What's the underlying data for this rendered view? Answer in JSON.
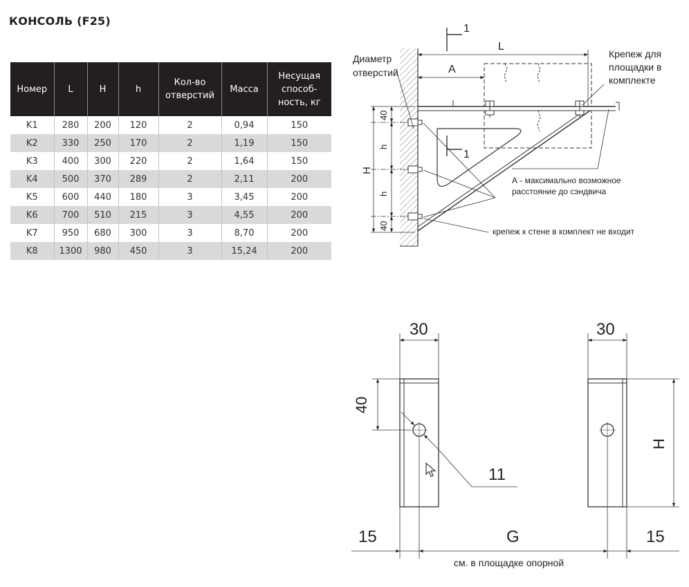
{
  "title": "КОНСОЛЬ (F25)",
  "table": {
    "headers": [
      "Номер",
      "L",
      "H",
      "h",
      "Кол-во отверстий",
      "Масса",
      "Несущая способ-ность, кг"
    ],
    "rows": [
      [
        "K1",
        "280",
        "200",
        "120",
        "2",
        "0,94",
        "150"
      ],
      [
        "K2",
        "330",
        "250",
        "170",
        "2",
        "1,19",
        "150"
      ],
      [
        "K3",
        "400",
        "300",
        "220",
        "2",
        "1,64",
        "150"
      ],
      [
        "K4",
        "500",
        "370",
        "289",
        "2",
        "2,11",
        "200"
      ],
      [
        "K5",
        "600",
        "440",
        "180",
        "3",
        "3,45",
        "200"
      ],
      [
        "K6",
        "700",
        "510",
        "215",
        "3",
        "4,55",
        "200"
      ],
      [
        "K7",
        "950",
        "680",
        "300",
        "3",
        "8,70",
        "200"
      ],
      [
        "K8",
        "1300",
        "980",
        "450",
        "3",
        "15,24",
        "200"
      ]
    ]
  },
  "drawing_top": {
    "section_mark": "1",
    "section_mark_lower": "1",
    "dim_L": "L",
    "dim_A": "A",
    "label_hole_diameter_1": "Диаметр",
    "label_hole_diameter_2": "отверстий",
    "label_fastener_1": "Крепеж для",
    "label_fastener_2": "площадки в",
    "label_fastener_3": "комплекте",
    "dim_40_top": "40",
    "dim_h_1": "h",
    "dim_h_2": "h",
    "dim_H": "H",
    "dim_40_bottom": "40",
    "note_A_1": "А - максимально возможное",
    "note_A_2": "расстояние до сэндвича",
    "note_wall": "крепеж к стене в комплект не входит"
  },
  "drawing_bottom": {
    "dim_30_left": "30",
    "dim_30_right": "30",
    "dim_40": "40",
    "dim_H": "H",
    "dim_11": "11",
    "dim_15_left": "15",
    "dim_G": "G",
    "dim_15_right": "15",
    "note": "см. в площадке опорной"
  }
}
